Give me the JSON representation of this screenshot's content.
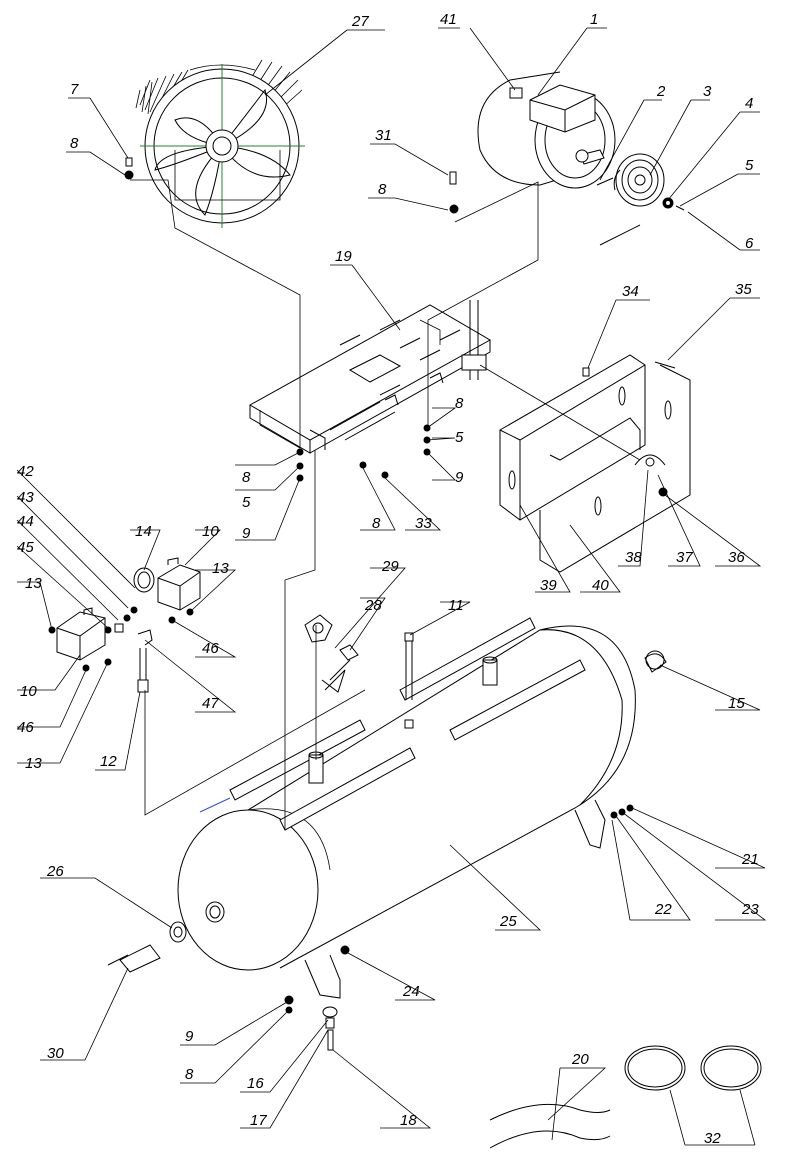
{
  "part_labels": [
    {
      "text": "1"
    },
    {
      "text": "2"
    },
    {
      "text": "3"
    },
    {
      "text": "4"
    },
    {
      "text": "5"
    },
    {
      "text": "6"
    },
    {
      "text": "7"
    },
    {
      "text": "8"
    },
    {
      "text": "41"
    },
    {
      "text": "31"
    },
    {
      "text": "8"
    },
    {
      "text": "27"
    },
    {
      "text": "19"
    },
    {
      "text": "34"
    },
    {
      "text": "35"
    },
    {
      "text": "8"
    },
    {
      "text": "5"
    },
    {
      "text": "9"
    },
    {
      "text": "42"
    },
    {
      "text": "43"
    },
    {
      "text": "44"
    },
    {
      "text": "45"
    },
    {
      "text": "13"
    },
    {
      "text": "14"
    },
    {
      "text": "10"
    },
    {
      "text": "13"
    },
    {
      "text": "46"
    },
    {
      "text": "10"
    },
    {
      "text": "46"
    },
    {
      "text": "13"
    },
    {
      "text": "47"
    },
    {
      "text": "12"
    },
    {
      "text": "8"
    },
    {
      "text": "5"
    },
    {
      "text": "9"
    },
    {
      "text": "8"
    },
    {
      "text": "33"
    },
    {
      "text": "39"
    },
    {
      "text": "40"
    },
    {
      "text": "38"
    },
    {
      "text": "37"
    },
    {
      "text": "36"
    },
    {
      "text": "29"
    },
    {
      "text": "28"
    },
    {
      "text": "11"
    },
    {
      "text": "15"
    },
    {
      "text": "21"
    },
    {
      "text": "23"
    },
    {
      "text": "22"
    },
    {
      "text": "25"
    },
    {
      "text": "26"
    },
    {
      "text": "30"
    },
    {
      "text": "24"
    },
    {
      "text": "9"
    },
    {
      "text": "8"
    },
    {
      "text": "16"
    },
    {
      "text": "17"
    },
    {
      "text": "18"
    },
    {
      "text": "20"
    },
    {
      "text": "32"
    }
  ]
}
